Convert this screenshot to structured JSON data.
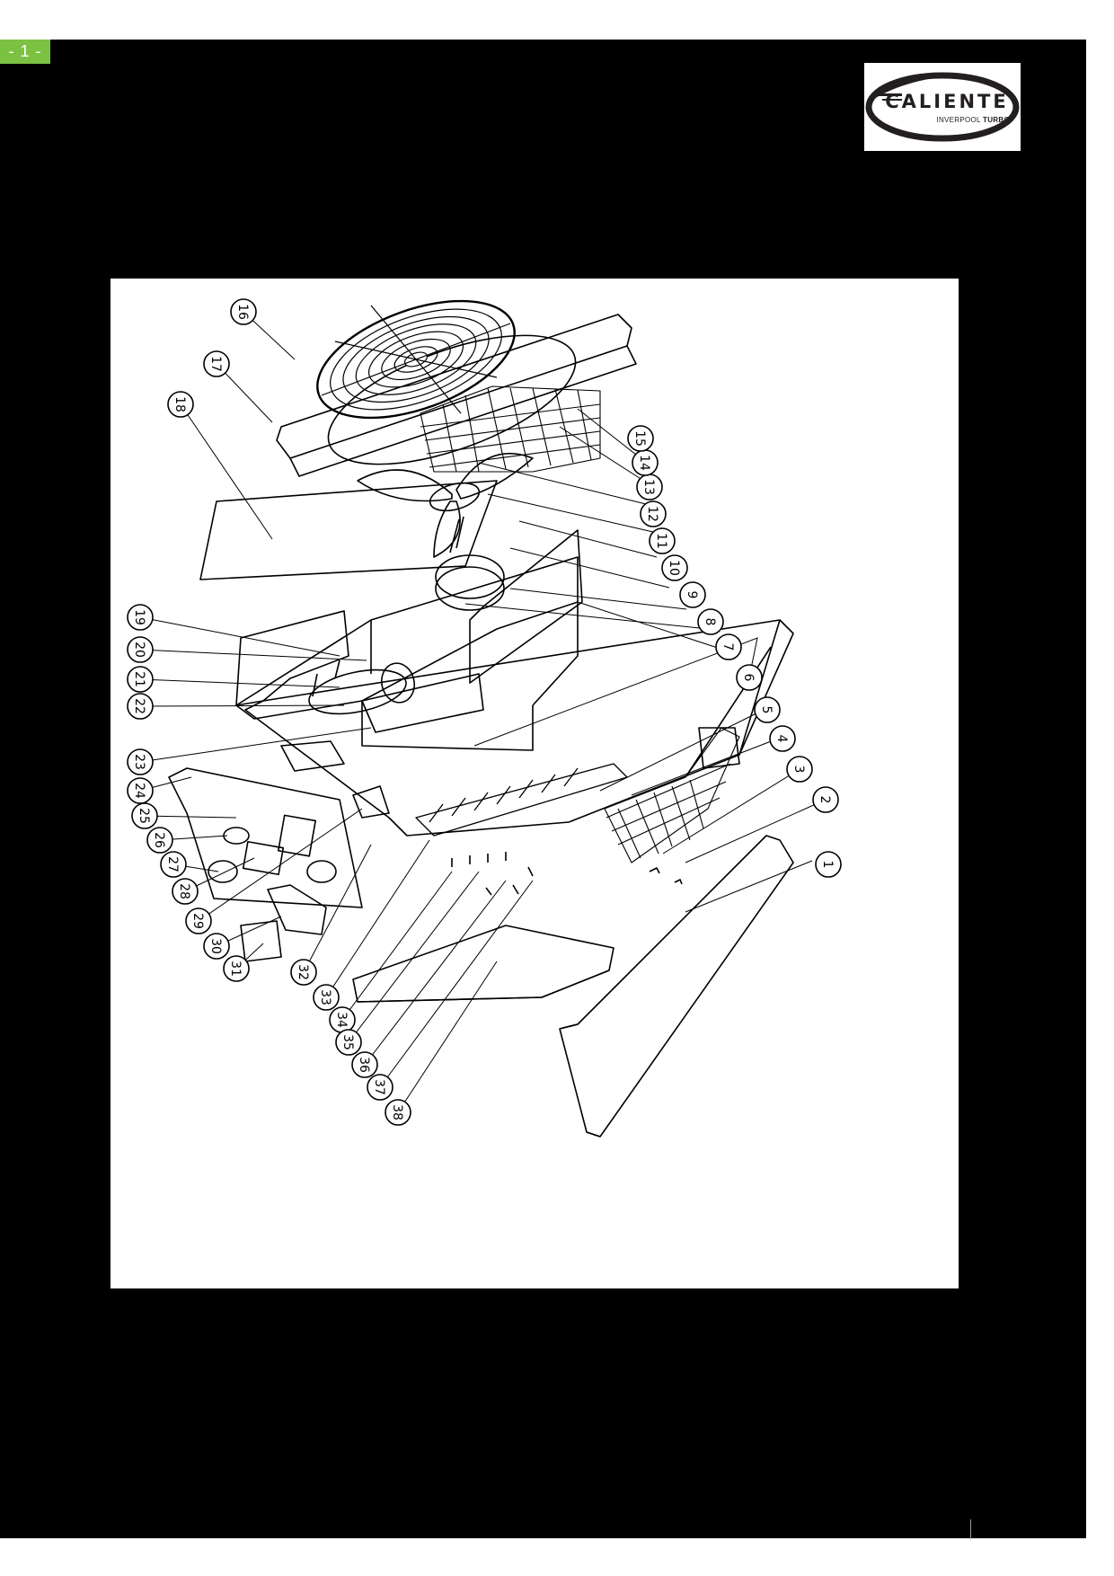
{
  "page": {
    "number_label": "- 1 -"
  },
  "logo": {
    "brand": "CALIENTE",
    "sub_prefix": "INVERPOOL",
    "sub_bold": "TURBO"
  },
  "diagram": {
    "callouts": [
      "1",
      "2",
      "3",
      "4",
      "5",
      "6",
      "7",
      "8",
      "9",
      "10",
      "11",
      "12",
      "13",
      "14",
      "15",
      "16",
      "17",
      "18",
      "19",
      "20",
      "21",
      "22",
      "23",
      "24",
      "25",
      "26",
      "27",
      "28",
      "29",
      "30",
      "31",
      "32",
      "33",
      "34",
      "35",
      "36",
      "37",
      "38"
    ]
  },
  "colors": {
    "page_background": "#000000",
    "page_number_badge": "#7cc242",
    "diagram_background": "#ffffff",
    "line": "#000000"
  }
}
